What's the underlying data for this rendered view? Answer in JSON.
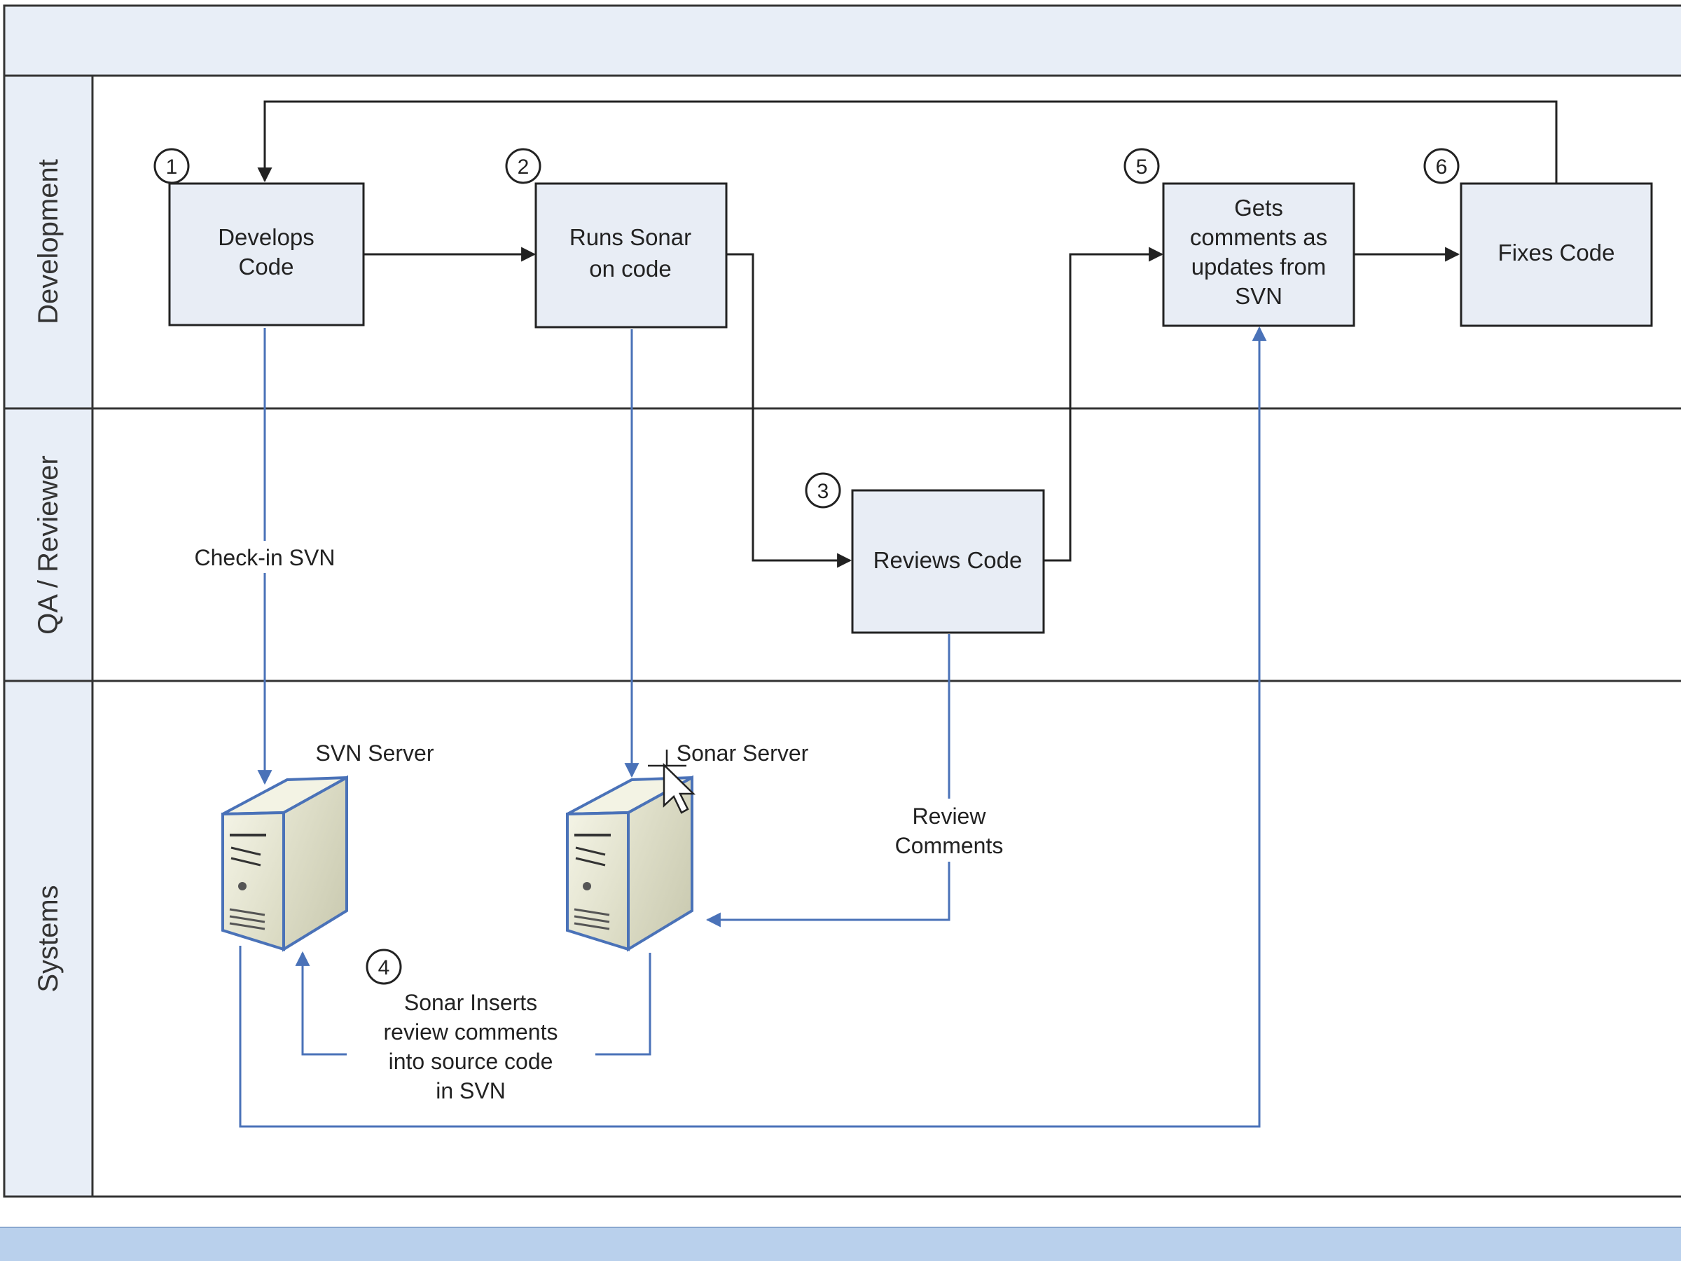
{
  "lanes": [
    {
      "label": "Development"
    },
    {
      "label": "QA / Reviewer"
    },
    {
      "label": "Systems"
    }
  ],
  "steps": [
    {
      "number": "1",
      "lines": [
        "Develops",
        "Code"
      ]
    },
    {
      "number": "2",
      "lines": [
        "Runs Sonar",
        "on code"
      ]
    },
    {
      "number": "3",
      "lines": [
        "Reviews Code"
      ]
    },
    {
      "number": "5",
      "lines": [
        "Gets",
        "comments as",
        "updates from",
        "SVN"
      ]
    },
    {
      "number": "6",
      "lines": [
        "Fixes Code"
      ]
    }
  ],
  "servers": [
    {
      "label": "SVN Server"
    },
    {
      "label": "Sonar Server"
    }
  ],
  "connector_labels": {
    "checkin": "Check-in SVN",
    "review_comments": [
      "Review",
      "Comments"
    ],
    "step4_number": "4",
    "sonar_inserts": [
      "Sonar Inserts",
      "review comments",
      "into source code",
      "in SVN"
    ]
  },
  "colors": {
    "lane_header_fill": "#e8eef7",
    "box_fill": "#e8edf5",
    "black_line": "#222222",
    "blue_line": "#4a72b8",
    "bottom_bar": "#b9d0ec"
  }
}
